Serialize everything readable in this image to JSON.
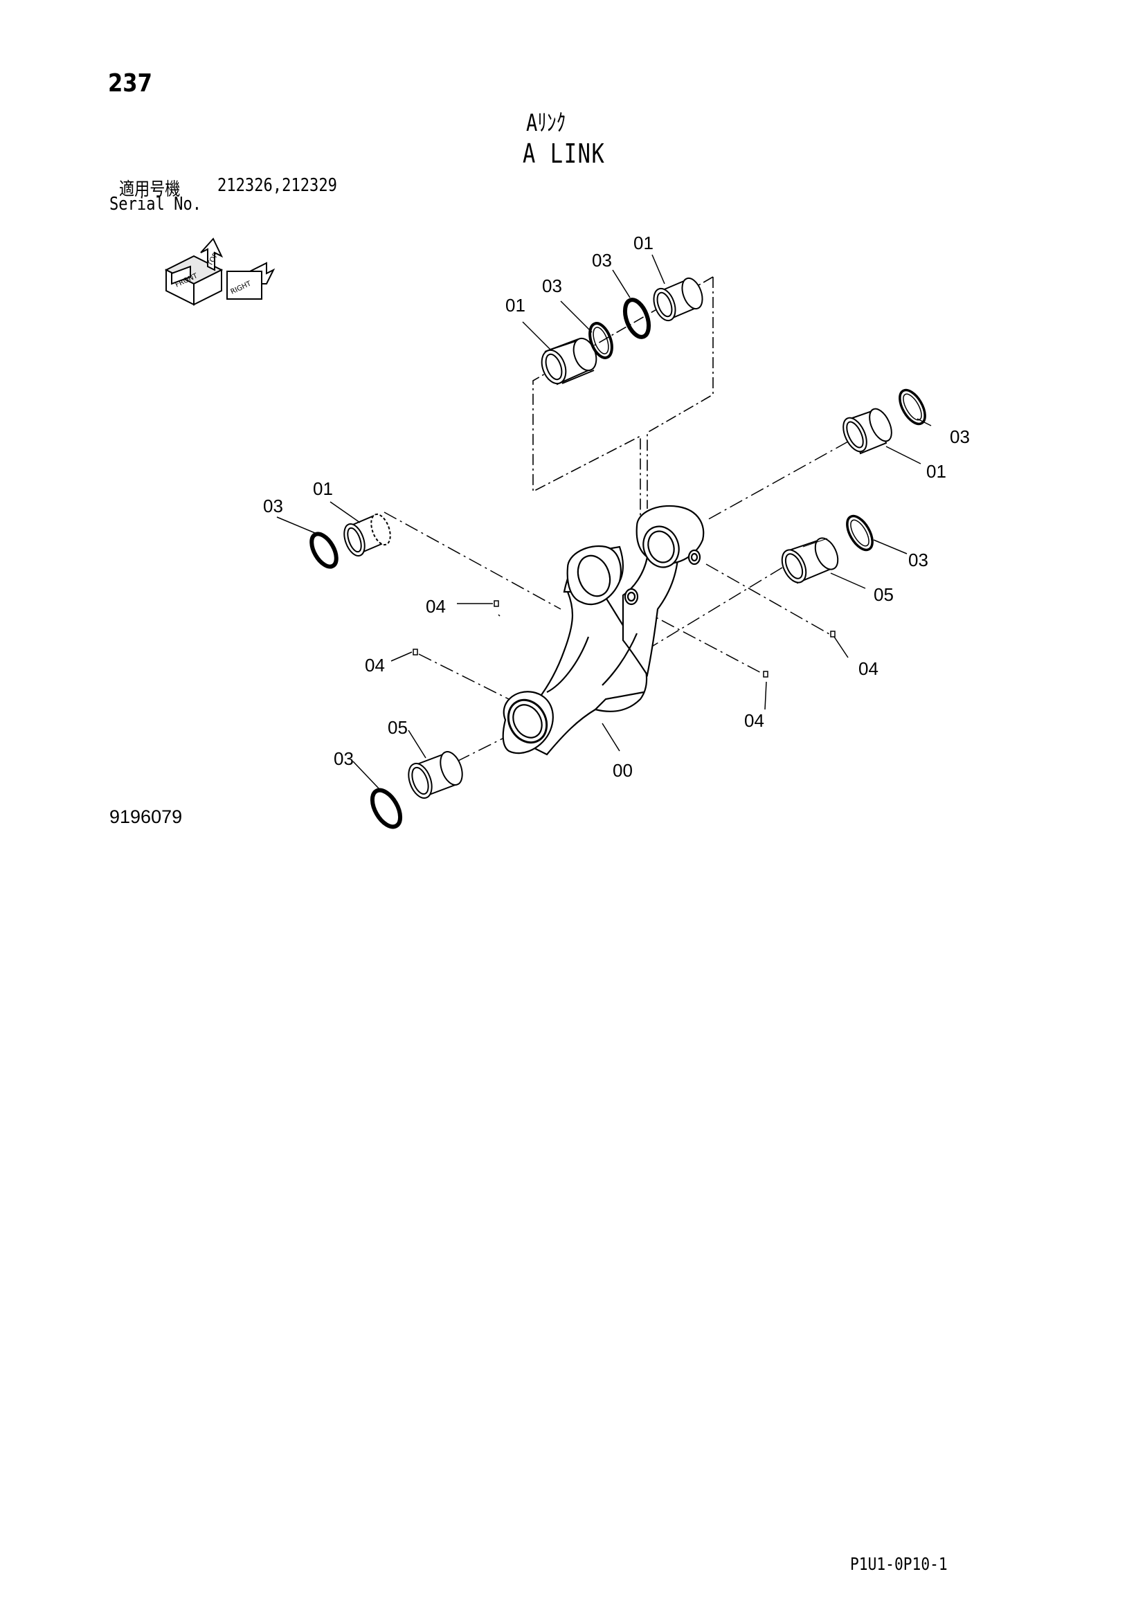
{
  "header": {
    "page_number": "237",
    "title_jp": "Aﾘﾝｸ",
    "title_en": "A LINK",
    "serial_label_jp": "適用号機",
    "serial_values": "212326,212329",
    "serial_label_en": "Serial No."
  },
  "orientation_icon": {
    "labels": [
      "TOP",
      "FRONT",
      "RIGHT"
    ]
  },
  "callouts": {
    "c1": "01",
    "c2": "03",
    "c3": "01",
    "c4": "03",
    "c5": "03",
    "c6": "01",
    "c7": "01",
    "c8": "03",
    "c9": "04",
    "c10": "04",
    "c11": "05",
    "c12": "03",
    "c13": "00",
    "c14": "04",
    "c15": "04",
    "c16": "05",
    "c17": "03"
  },
  "footer": {
    "figure_id": "9196079",
    "page_code": "P1U1-0P10-1"
  }
}
